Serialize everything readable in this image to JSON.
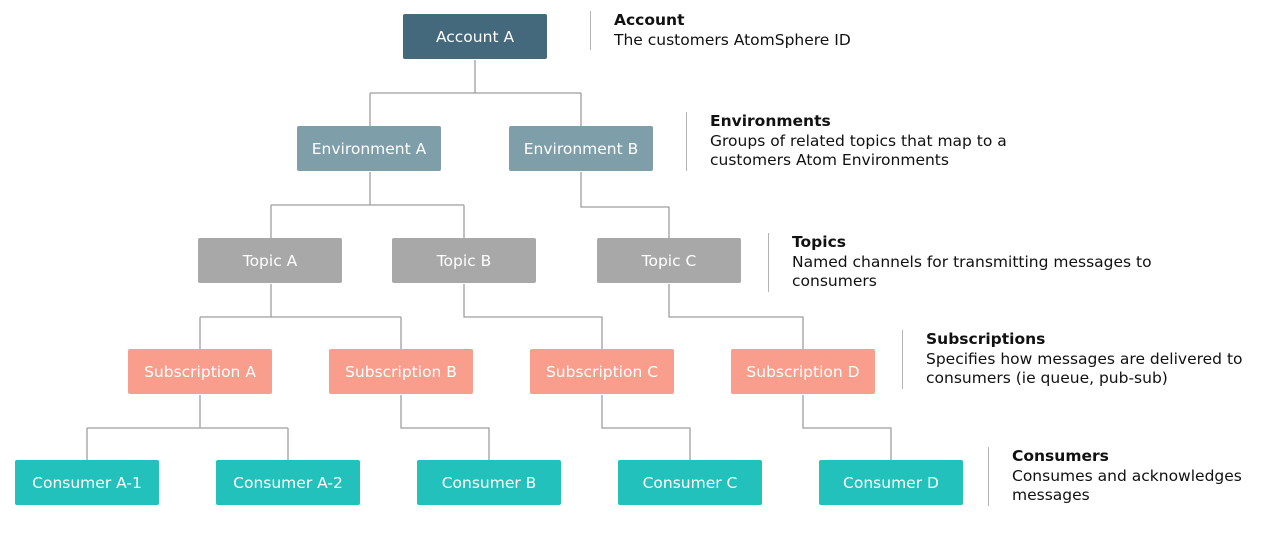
{
  "colors": {
    "account": "#44687c",
    "environment": "#7e9ea9",
    "topic": "#a8a8a8",
    "subscription": "#f99d8d",
    "consumer": "#23c1bc",
    "connector": "#9e9e9e"
  },
  "nodes": {
    "account_a": "Account A",
    "environment_a": "Environment A",
    "environment_b": "Environment B",
    "topic_a": "Topic A",
    "topic_b": "Topic B",
    "topic_c": "Topic C",
    "subscription_a": "Subscription A",
    "subscription_b": "Subscription B",
    "subscription_c": "Subscription C",
    "subscription_d": "Subscription D",
    "consumer_a1": "Consumer A-1",
    "consumer_a2": "Consumer A-2",
    "consumer_b": "Consumer B",
    "consumer_c": "Consumer C",
    "consumer_d": "Consumer D"
  },
  "legend": {
    "account": {
      "title": "Account",
      "lines": [
        "The customers AtomSphere ID"
      ]
    },
    "environments": {
      "title": "Environments",
      "lines": [
        "Groups of related topics that map to a",
        "customers Atom Environments"
      ]
    },
    "topics": {
      "title": "Topics",
      "lines": [
        "Named channels for transmitting messages to",
        "consumers"
      ]
    },
    "subscriptions": {
      "title": "Subscriptions",
      "lines": [
        "Specifies how messages are delivered to",
        "consumers (ie queue, pub-sub)"
      ]
    },
    "consumers": {
      "title": "Consumers",
      "lines": [
        "Consumes and acknowledges",
        "messages"
      ]
    }
  }
}
